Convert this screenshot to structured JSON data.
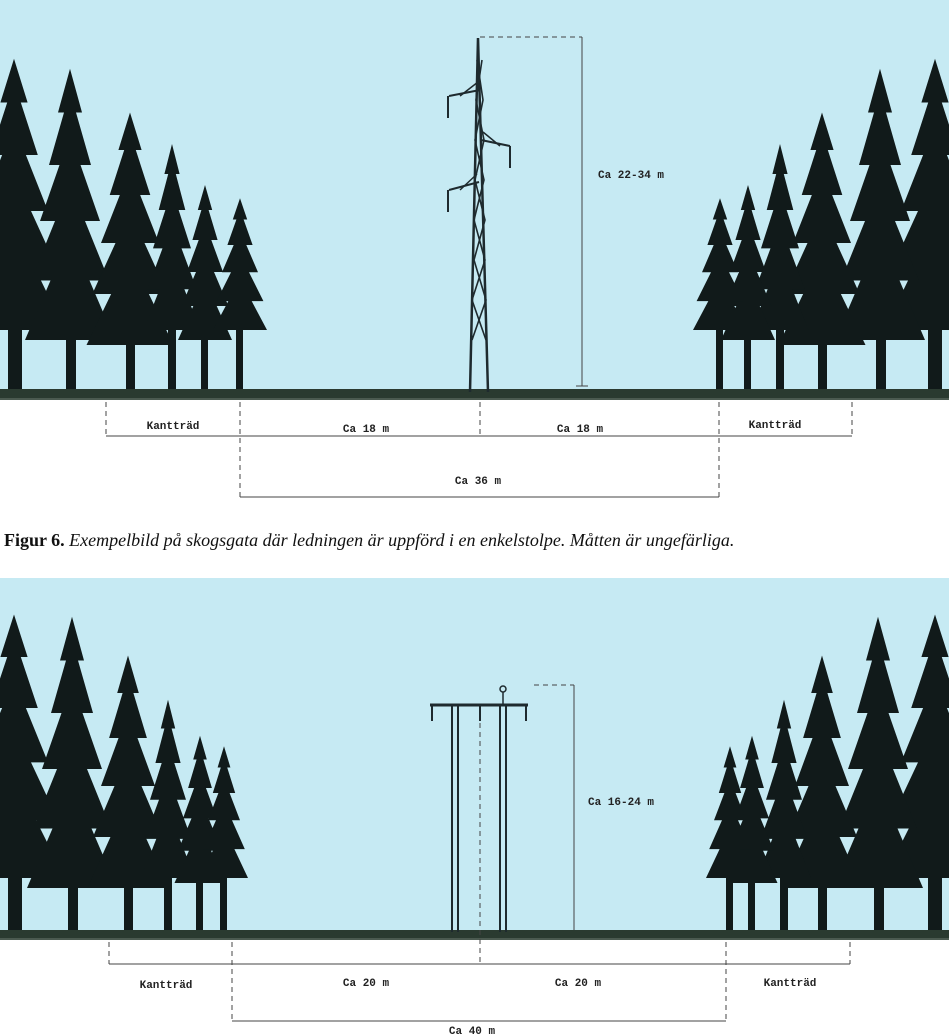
{
  "figure1": {
    "height_label": "Ca 22-34 m",
    "edge_left_label": "Kantträd",
    "edge_right_label": "Kantträd",
    "half_left_label": "Ca 18 m",
    "half_right_label": "Ca 18 m",
    "total_label": "Ca 36 m",
    "caption_label": "Figur 6.",
    "caption_text": "Exempelbild på skogsgata där ledningen är uppförd i en enkelstolpe. Måtten är ungefärliga."
  },
  "figure2": {
    "height_label": "Ca 16-24 m",
    "edge_left_label": "Kantträd",
    "edge_right_label": "Kantträd",
    "half_left_label": "Ca 20 m",
    "half_right_label": "Ca 20 m",
    "total_label": "Ca 40 m"
  },
  "colors": {
    "sky": "#c6eaf3",
    "trees": "#111a1a",
    "ground": "#2a3a30",
    "tower": "#1e2a2e",
    "lines": "#333333"
  }
}
